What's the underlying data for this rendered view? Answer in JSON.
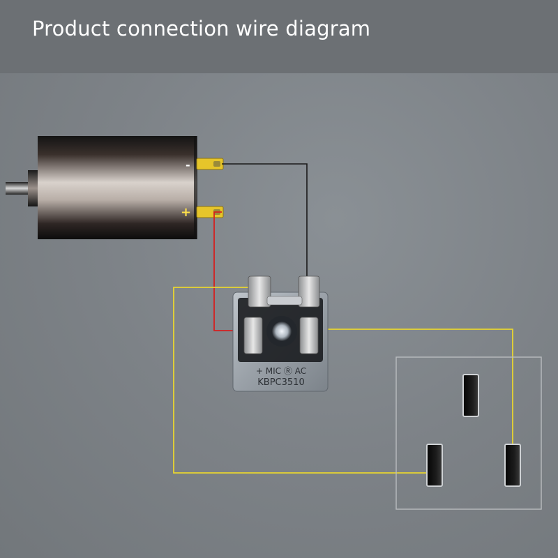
{
  "title": "Product connection wire diagram",
  "motor": {
    "minus_label": "-",
    "plus_label": "+"
  },
  "rectifier": {
    "marking_line1": "+ MIC Ⓡ AC",
    "marking_line2": "KBPC3510"
  },
  "colors": {
    "wire_negative": "#1a1a1a",
    "wire_positive": "#d42020",
    "wire_ac": "#e8d530",
    "terminal": "#e6c52a",
    "background": "#7b8085"
  },
  "icons": [
    "dc-motor-icon",
    "bridge-rectifier-icon",
    "power-outlet-icon"
  ]
}
